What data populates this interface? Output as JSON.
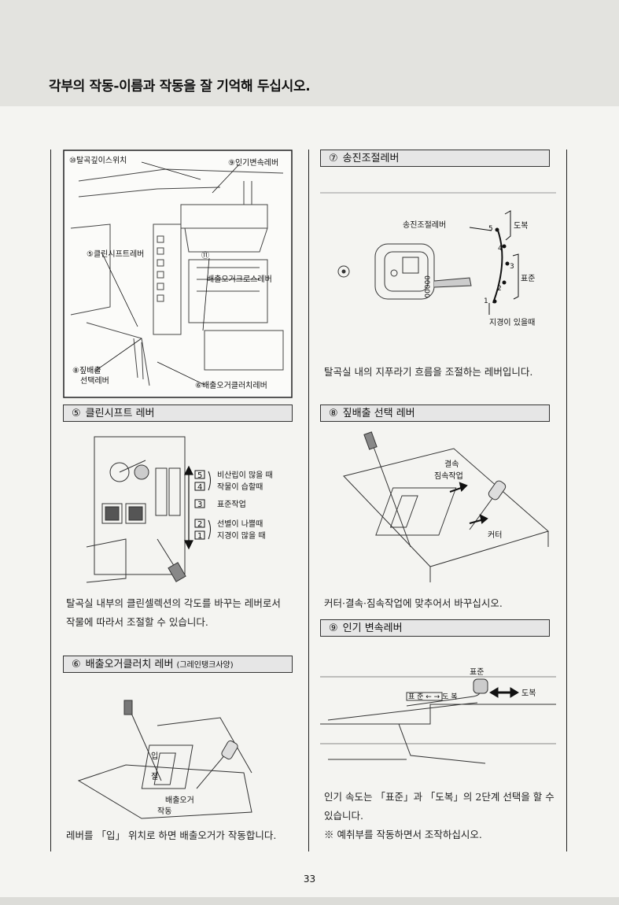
{
  "title": "각부의 작동-이름과 작동을 잘 기억해 두십시오.",
  "overview": {
    "labels": {
      "l10": "⑩탈곡깊이스위치",
      "l9": "⑨인기변속레버",
      "l5": "⑤클린시프트레버",
      "l11": "⑪",
      "l11b": "배출오거크로스레버",
      "l8a": "⑧짚배출",
      "l8b": "선택레버",
      "l6": "⑥배출오거클러치레버"
    }
  },
  "sections": {
    "s5": {
      "num": "⑤",
      "title": "클린시프트 레버",
      "scale": [
        {
          "n": "5",
          "t": "비산립이 많을 때"
        },
        {
          "n": "4",
          "t": "작물이 습할때"
        },
        {
          "n": "3",
          "t": "표준작업"
        },
        {
          "n": "2",
          "t": "선별이 나쁠때"
        },
        {
          "n": "1",
          "t": "지경이 많을 때"
        }
      ],
      "desc_line1": "탈곡실 내부의 클린셀렉션의 각도를 바꾸는 레버로서",
      "desc_line2": "작물에 따라서 조절할 수 있습니다."
    },
    "s6": {
      "num": "⑥",
      "title": "배출오거클러치 레버",
      "sub": "(그레인탱크사양)",
      "fig_labels": {
        "in": "입",
        "out": "절",
        "auger": "배출오거",
        "work": "작동"
      },
      "desc": "레버를 「입」 위치로 하면 배출오거가 작동합니다."
    },
    "s7": {
      "num": "⑦",
      "title": "송진조절레버",
      "fig_labels": {
        "lever": "송진조절레버",
        "dobok": "도복",
        "pyojun": "표준",
        "jigyeong": "지경이 있을때",
        "n5": "5",
        "n4": "4",
        "n3": "3",
        "n2": "2",
        "n1": "1",
        "code": "00000"
      },
      "desc": "탈곡실 내의 지푸라기 흐름을 조절하는 레버입니다."
    },
    "s8": {
      "num": "⑧",
      "title": "짚배출 선택 레버",
      "fig_labels": {
        "gyeolsok": "결속",
        "jipsok": "짐속작업",
        "cutter": "커터"
      },
      "desc": "커터·결속·짐속작업에 맞추어서 바꾸십시오."
    },
    "s9": {
      "num": "⑨",
      "title": "인기 변속레버",
      "fig_labels": {
        "pyojun": "표준",
        "dobok": "도복"
      },
      "desc_line1": "인기 속도는 「표준」과 「도복」의 2단계 선택을 할 수",
      "desc_line2": "있습니다.",
      "note": "※ 예취부를 작동하면서 조작하십시오."
    }
  },
  "page_number": "33"
}
